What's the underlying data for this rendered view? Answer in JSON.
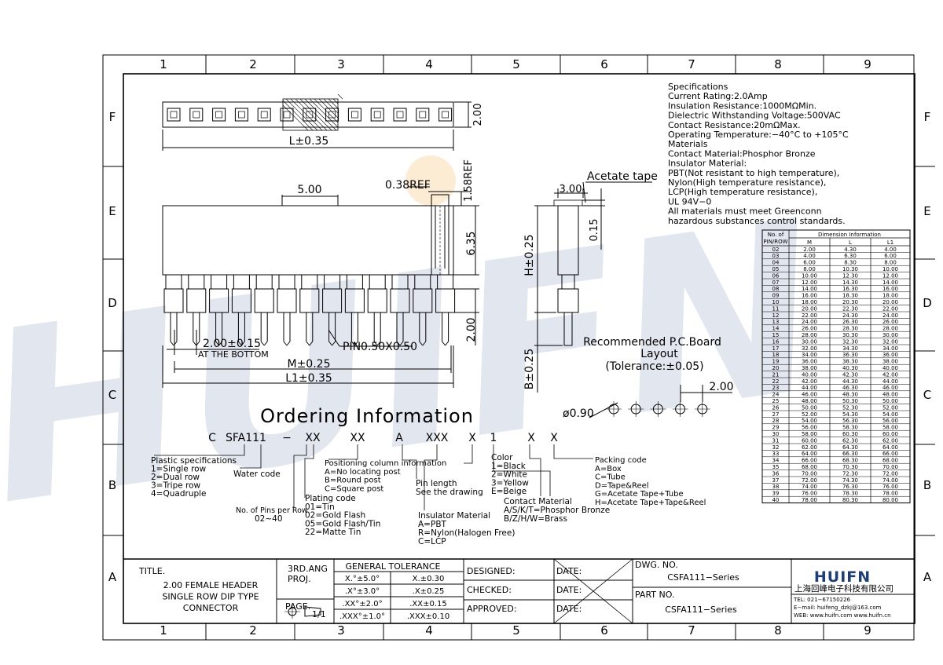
{
  "grid": {
    "columns": [
      "1",
      "2",
      "3",
      "4",
      "5",
      "6",
      "7",
      "8",
      "9"
    ],
    "rows": [
      "F",
      "E",
      "D",
      "C",
      "B",
      "A"
    ]
  },
  "watermark": "HUIFN",
  "specs": [
    "Specifications",
    "Current Rating:2.0Amp",
    "Insulation  Resistance:1000MΩMin.",
    "Dielectric  Withstanding  Voltage:500VAC",
    "Contact  Resistance:20mΩMax.",
    "Operating  Temperature:−40°C  to  +105°C",
    "Materials",
    "Contact Material:Phosphor Bronze",
    "Insulator Material:",
    "PBT(Not  resistant  to  high  temperature),",
    "Nylon(High  temperature  resistance),",
    "LCP(High  temperature  resistance),",
    "UL  94V−0",
    "All  materials  must  meet  Greenconn",
    "hazardous  substances  control  standards."
  ],
  "dim_table": {
    "header_pin": [
      "No.  of",
      "PIN/ROW"
    ],
    "header_group": "Dimension  Information",
    "columns": [
      "M",
      "L",
      "L1"
    ],
    "rows": [
      [
        "02",
        "2.00",
        "4.30",
        "4.00"
      ],
      [
        "03",
        "4.00",
        "6.30",
        "6.00"
      ],
      [
        "04",
        "6.00",
        "8.30",
        "8.00"
      ],
      [
        "05",
        "8.00",
        "10.30",
        "10.00"
      ],
      [
        "06",
        "10.00",
        "12.30",
        "12.00"
      ],
      [
        "07",
        "12.00",
        "14.30",
        "14.00"
      ],
      [
        "08",
        "14.00",
        "16.30",
        "16.00"
      ],
      [
        "09",
        "16.00",
        "18.30",
        "18.00"
      ],
      [
        "10",
        "18.00",
        "20.30",
        "20.00"
      ],
      [
        "11",
        "20.00",
        "22.30",
        "22.00"
      ],
      [
        "12",
        "22.00",
        "24.30",
        "24.00"
      ],
      [
        "13",
        "24.00",
        "26.30",
        "26.00"
      ],
      [
        "14",
        "26.00",
        "28.30",
        "28.00"
      ],
      [
        "15",
        "28.00",
        "30.30",
        "30.00"
      ],
      [
        "16",
        "30.00",
        "32.30",
        "32.00"
      ],
      [
        "17",
        "32.00",
        "34.30",
        "34.00"
      ],
      [
        "18",
        "34.00",
        "36.30",
        "36.00"
      ],
      [
        "19",
        "36.00",
        "38.30",
        "38.00"
      ],
      [
        "20",
        "38.00",
        "40.30",
        "40.00"
      ],
      [
        "21",
        "40.00",
        "42.30",
        "42.00"
      ],
      [
        "22",
        "42.00",
        "44.30",
        "44.00"
      ],
      [
        "23",
        "44.00",
        "46.30",
        "46.00"
      ],
      [
        "24",
        "46.00",
        "48.30",
        "48.00"
      ],
      [
        "25",
        "48.00",
        "50.30",
        "50.00"
      ],
      [
        "26",
        "50.00",
        "52.30",
        "52.00"
      ],
      [
        "27",
        "52.00",
        "54.30",
        "54.00"
      ],
      [
        "28",
        "54.00",
        "56.30",
        "56.00"
      ],
      [
        "29",
        "56.00",
        "58.30",
        "58.00"
      ],
      [
        "30",
        "58.00",
        "60.30",
        "60.00"
      ],
      [
        "31",
        "60.00",
        "62.30",
        "62.00"
      ],
      [
        "32",
        "62.00",
        "64.30",
        "64.00"
      ],
      [
        "33",
        "64.00",
        "66.30",
        "66.00"
      ],
      [
        "34",
        "66.00",
        "68.30",
        "68.00"
      ],
      [
        "35",
        "68.00",
        "70.30",
        "70.00"
      ],
      [
        "36",
        "70.00",
        "72.30",
        "72.00"
      ],
      [
        "37",
        "72.00",
        "74.30",
        "74.00"
      ],
      [
        "38",
        "74.00",
        "76.30",
        "76.00"
      ],
      [
        "39",
        "76.00",
        "78.30",
        "78.00"
      ],
      [
        "40",
        "78.00",
        "80.30",
        "80.00"
      ]
    ]
  },
  "dims": {
    "L": "L±0.35",
    "height_top": "2.00",
    "d500": "5.00",
    "d038": "0.38REF",
    "d158": "1.58REF",
    "d635": "6.35",
    "d200v": "2.00",
    "pitch": "2.00±0.15",
    "at_bottom": "AT THE BOTTOM",
    "pin": "PIN0.50X0.50",
    "M": "M±0.25",
    "L1": "L1±0.35",
    "acetate": "Acetate  tape",
    "d300": "3.00",
    "d015": "0.15",
    "H": "H±0.25",
    "B": "B±0.25",
    "pcb_title_1": "Recommended  P.C.Board",
    "pcb_title_2": "Layout",
    "pcb_title_3": "(Tolerance:±0.05)",
    "pcb_pitch": "2.00",
    "pcb_hole": "ø0.90"
  },
  "ordering": {
    "title": "Ordering  Information",
    "code": [
      "C",
      "SFA111",
      "−",
      "XX",
      "XX",
      "A",
      "XXX",
      "X",
      "1",
      "X",
      "X"
    ],
    "plastic": [
      "Plastic  specifications",
      "1=Single  row",
      "2=Dual  row",
      "3=Tripe  row",
      "4=Quadruple"
    ],
    "water": "Water  code",
    "pins": [
      "No.  of  Pins  per  Row",
      "02~40"
    ],
    "plating": [
      "Plating  code",
      "01=Tin",
      "02=Gold  Flash",
      "05=Gold  Flash/Tin",
      "22=Matte  Tin"
    ],
    "positioning": [
      "Positioning  column  information",
      "A=No  locating  post",
      "B=Round  post",
      "C=Square  post"
    ],
    "pin_length": [
      "Pin  length",
      "See  the  drawing"
    ],
    "insulator": [
      "Insulator  Material",
      "A=PBT",
      "R=Nylon(Halogen  Free)",
      "C=LCP"
    ],
    "color": [
      "Color",
      "1=Black",
      "2=White",
      "3=Yellow",
      "E=Beige"
    ],
    "contact": [
      "Contact  Material",
      "A/S/K/T=Phosphor  Bronze",
      "B/Z/H/W=Brass"
    ],
    "packing": [
      "Packing  code",
      "A=Box",
      "C=Tube",
      "D=Tape&Reel",
      "G=Acetate  Tape+Tube",
      "H=Acetate  Tape+Tape&Reel"
    ]
  },
  "title_block": {
    "title_label": "TITLE.",
    "title_lines": [
      "2.00  FEMALE  HEADER",
      "SINGLE  ROW  DIP  TYPE",
      "CONNECTOR"
    ],
    "proj": [
      "3RD.ANG",
      "PROJ."
    ],
    "page_label": "PAGE.",
    "page_value": "1/1",
    "tol_title": "GENERAL  TOLERANCE",
    "tol_rows": [
      [
        "X.°±5.0°",
        "X.±0.30"
      ],
      [
        ".X°±3.0°",
        ".X±0.25"
      ],
      [
        ".XX°±2.0°",
        ".XX±0.15"
      ],
      [
        ".XXX°±1.0°",
        ".XXX±0.10"
      ]
    ],
    "designed": "DESIGNED:",
    "checked": "CHECKED:",
    "approved": "APPROVED:",
    "date": "DATE:",
    "dwg_label": "DWG.  NO.",
    "dwg_value": "CSFA111−Series",
    "part_label": "PART  NO.",
    "part_value": "CSFA111−Series",
    "logo": "HUIFN",
    "company_cn": "上海回峰电子科技有限公司",
    "tel": "TEL:  021−67150226",
    "email": "E−mail:  huifeng_dzkj@163.com",
    "web": "WEB:  www.huifn.com    www.huifn.cn"
  },
  "colors": {
    "line": "#000000",
    "watermark": "#2c4a8a",
    "orange": "#f3a73b"
  }
}
